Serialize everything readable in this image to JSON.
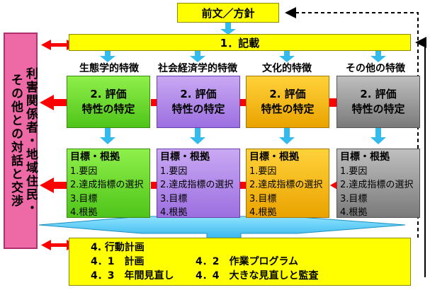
{
  "policy": {
    "label": "前文／方針"
  },
  "record": {
    "label": "1．記載"
  },
  "dialogue": {
    "label": "その他との対話と交渉",
    "label2": "利害関係者・地域住民・"
  },
  "categories": [
    {
      "label": "生態学的特徴"
    },
    {
      "label": "社会経済学的特徴"
    },
    {
      "label": "文化的特徴"
    },
    {
      "label": "その他の特徴"
    }
  ],
  "evaluation": {
    "line1": "2. 評価",
    "line2": "特性の特定"
  },
  "objectives": {
    "heading": "目標・根拠",
    "items": [
      "1.要因",
      "2.達成指標の選択",
      "3.目標",
      "4.根拠"
    ]
  },
  "action_plan": {
    "title": "4. 行動計画",
    "row1_left": "4．1　計画",
    "row1_right": "4．2　作業プログラム",
    "row2_left": "4．3　年間見直し",
    "row2_right": "4．4　大きな見直しと監査"
  },
  "colors": {
    "yellow": "#ffff00",
    "pink": "#ee6aa7",
    "green": "#66dd22",
    "purple": "#b085e8",
    "orange": "#f5b800",
    "gray": "#8c8c8c",
    "cyan": "#33bbee",
    "red": "#ff0000"
  }
}
